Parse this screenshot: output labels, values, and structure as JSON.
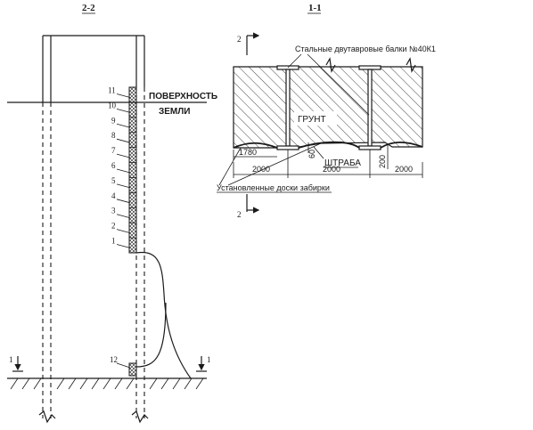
{
  "section_2_2": {
    "title": "2-2",
    "surface_label_line1": "ПОВЕРХНОСТЬ",
    "surface_label_line2": "ЗЕМЛИ",
    "board_numbers": [
      "1",
      "2",
      "3",
      "4",
      "5",
      "6",
      "7",
      "8",
      "9",
      "10",
      "11"
    ],
    "bottom_board_number": "12",
    "cut_mark": "1"
  },
  "section_1_1": {
    "title": "1-1",
    "beams_label": "Стальные двутавровые балки №40К1",
    "soil_label": "ГРУНТ",
    "strip_label": "ШТРАБА",
    "boards_label": "Установленные доски забирки",
    "cut_mark": "2",
    "dim_1780": "1780",
    "dim_60": "60",
    "dim_200": "200",
    "dim_spacing": [
      "2000",
      "2000",
      "2000"
    ]
  }
}
